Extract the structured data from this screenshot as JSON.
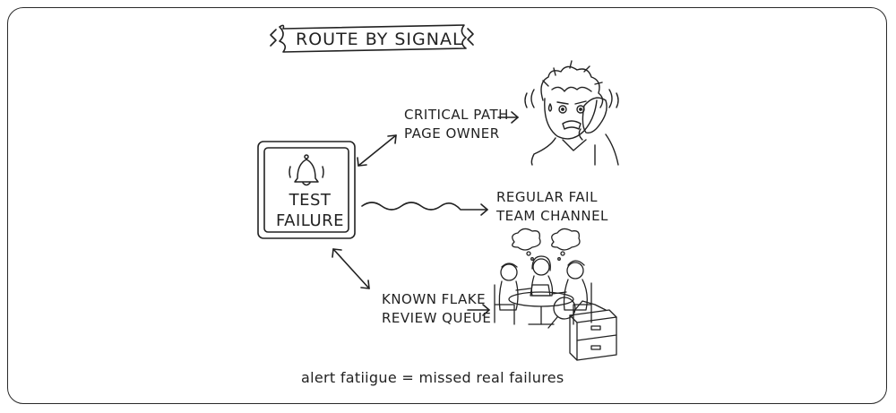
{
  "title": "ROUTE BY SIGNAL",
  "source_node": {
    "icon": "bell-icon",
    "line1": "TEST",
    "line2": "FAILURE"
  },
  "routes": [
    {
      "line1": "CRITICAL PATH",
      "line2": "PAGE OWNER",
      "arrow": "double-straight",
      "illustration": "stressed-person-on-phone"
    },
    {
      "line1": "REGULAR FAIL",
      "line2": "TEAM CHANNEL",
      "arrow": "wavy",
      "illustration": ""
    },
    {
      "line1": "KNOWN FLAKE",
      "line2": "REVIEW QUEUE",
      "arrow": "double-straight",
      "illustration": "team-meeting-with-filing-cabinet"
    }
  ],
  "caption": "alert fatiigue = missed real failures"
}
